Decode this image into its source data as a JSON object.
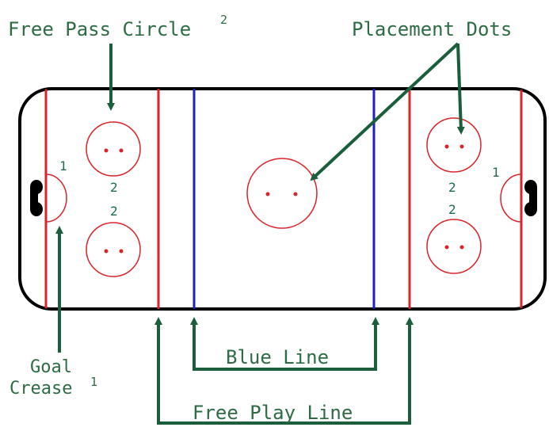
{
  "labels": {
    "free_pass_circle": "Free Pass Circle",
    "free_pass_circle_sup": "2",
    "placement_dots": "Placement Dots",
    "goal_line1": "Goal",
    "goal_line2": "Crease",
    "goal_sup": "1",
    "blue_line": "Blue Line",
    "free_play_line": "Free Play Line"
  },
  "rink_numbers": {
    "left_crease": "1",
    "left_top_circle": "2",
    "left_bottom_circle": "2",
    "right_crease": "1",
    "right_top_circle": "2",
    "right_bottom_circle": "2"
  },
  "colors": {
    "rink_border": "#000000",
    "red_line": "#d8242a",
    "blue_line": "#1f1fc8",
    "arrow": "#1b5e3b",
    "label_text": "#2e6b45"
  }
}
